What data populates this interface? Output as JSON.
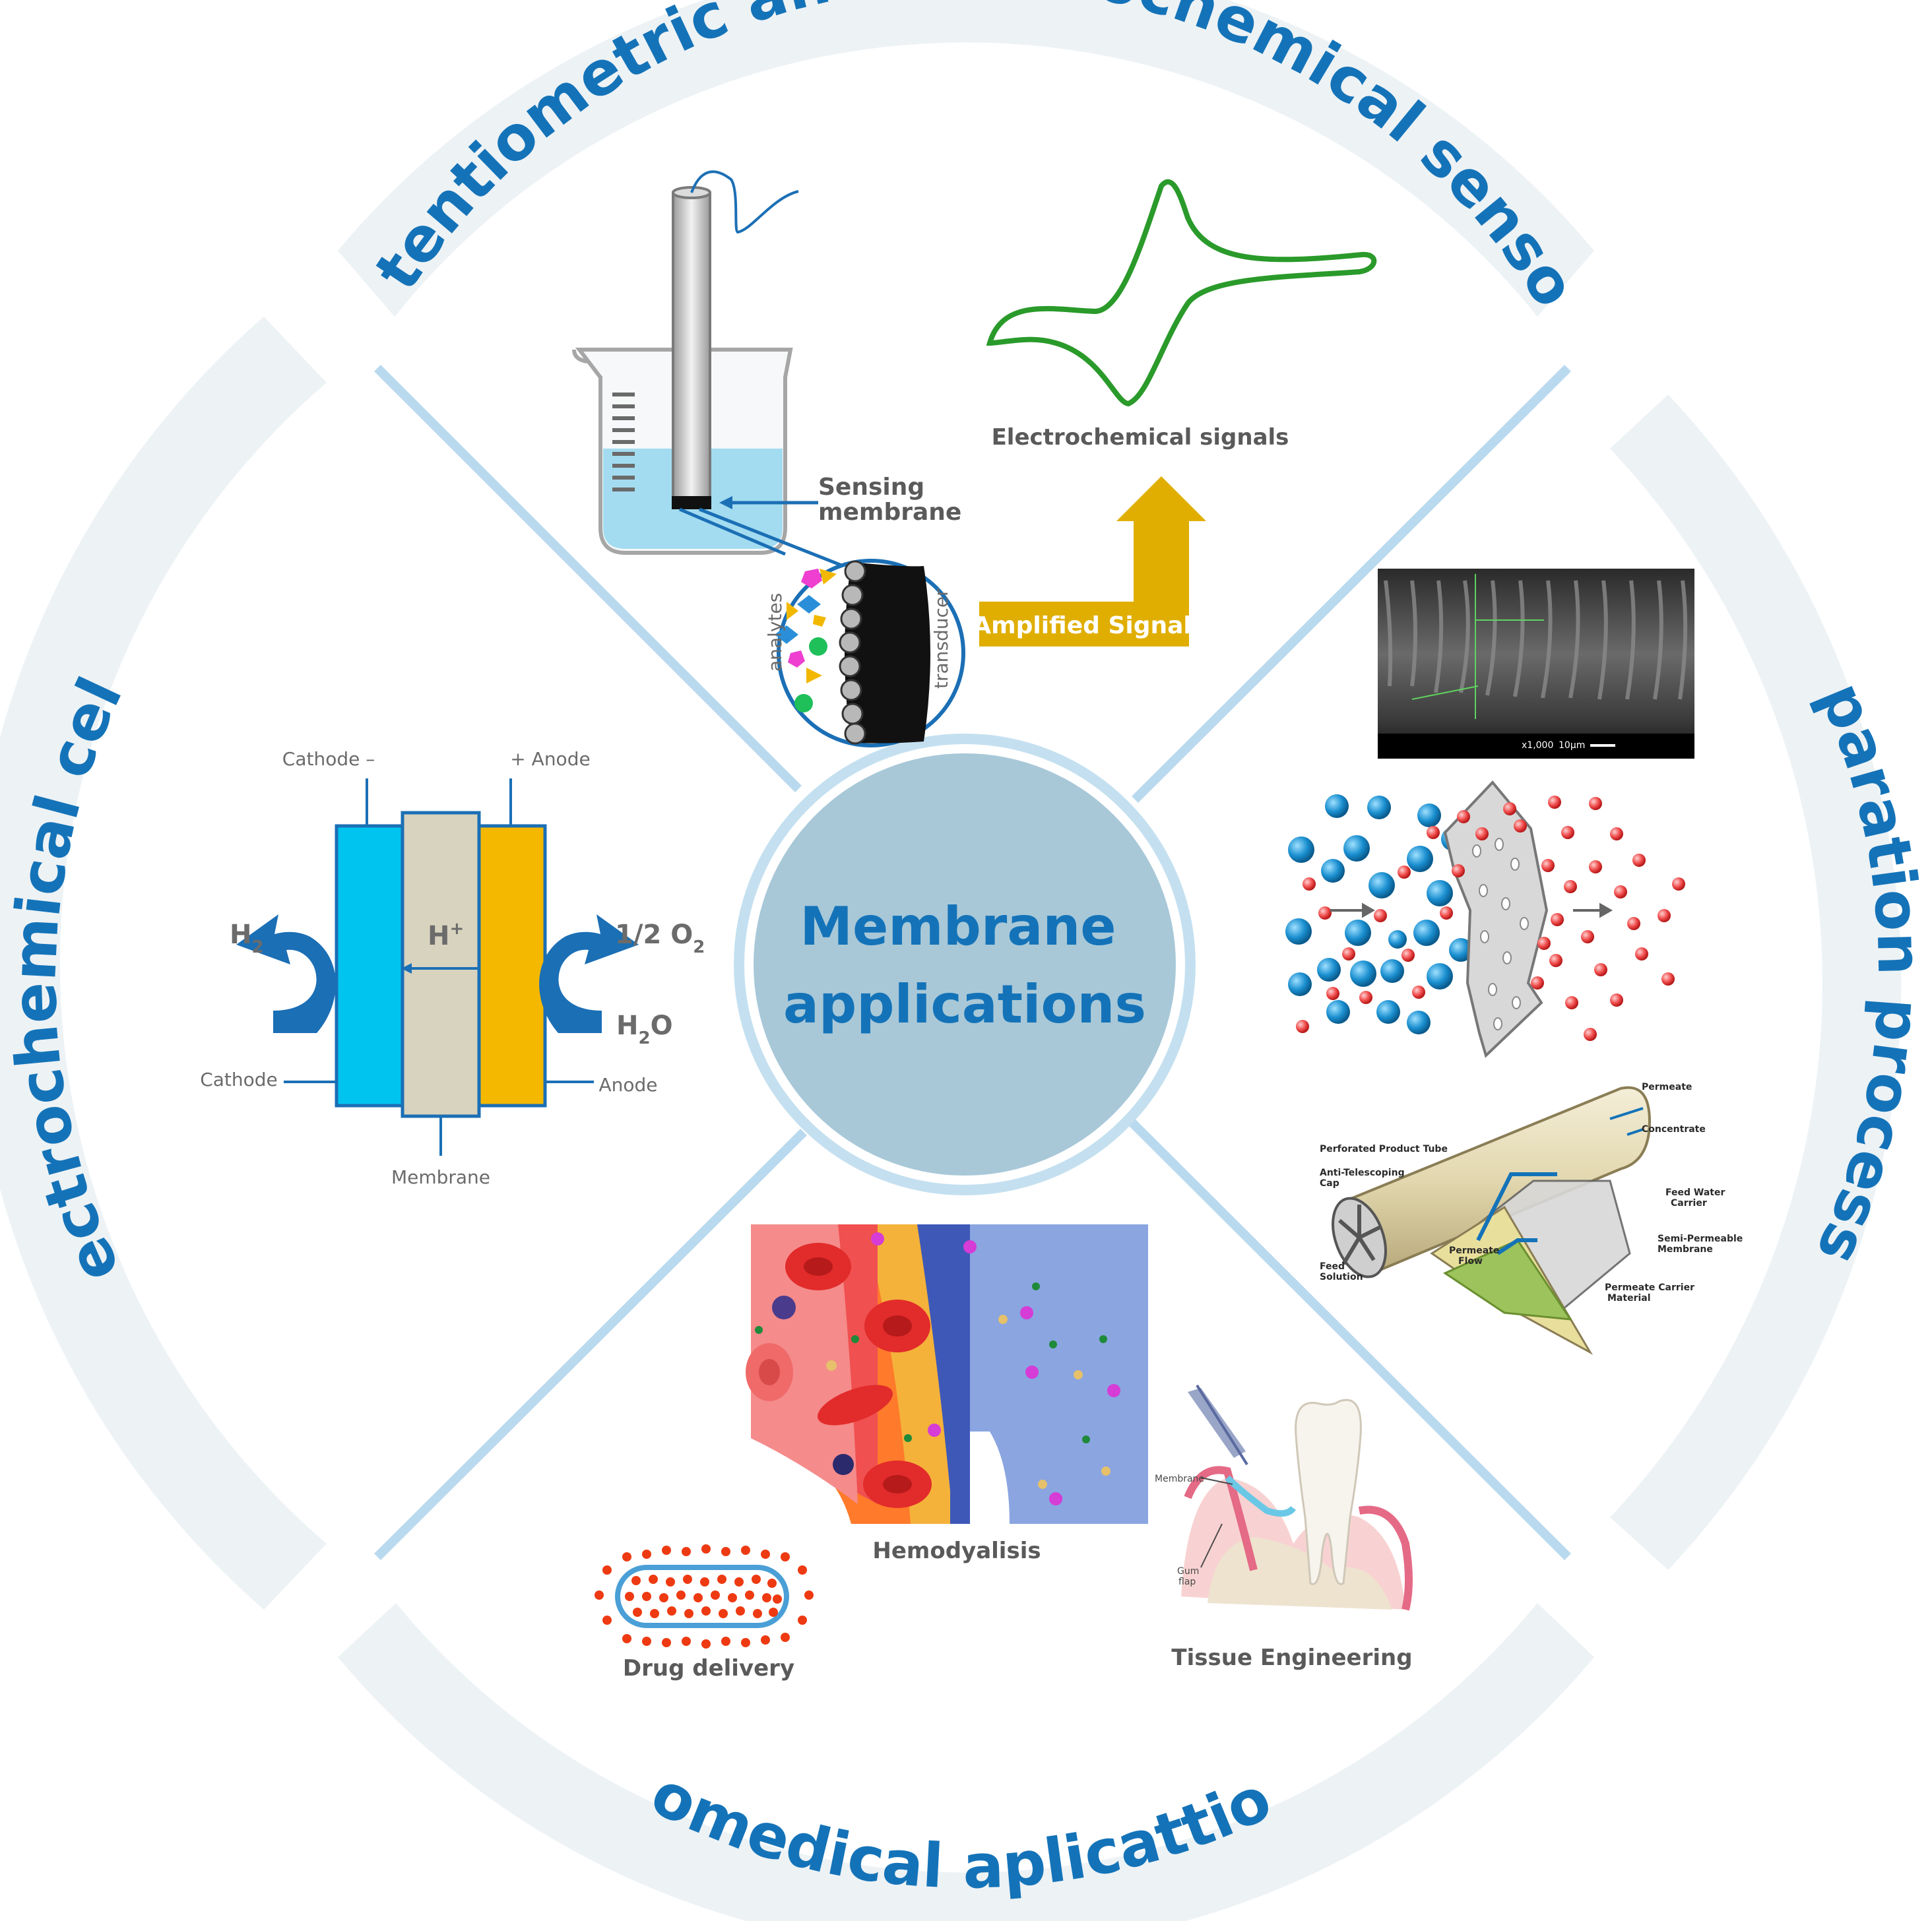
{
  "colors": {
    "accent_blue": "#1473b8",
    "ring_gray": "#edf2f5",
    "divider_blue": "#b9d9ee",
    "center_fill": "#a8c8d8",
    "center_text": "#1473b8",
    "electrode_blue": "#00c4f0",
    "membrane_beige": "#d8d3bf",
    "anode_yellow": "#f5b800",
    "signal_arrow": "#e0ae00",
    "cv_curve": "#2a9a2a"
  },
  "center": {
    "line1": "Membrane",
    "line2": "applications"
  },
  "sections": {
    "top": "Potentiometric and electrochemical sensors",
    "right": "Separation processes",
    "bottom": "Biomedical aplicattions",
    "left": "Electrochemical cells"
  },
  "sensor": {
    "sensing_membrane_line1": "Sensing",
    "sensing_membrane_line2": "membrane",
    "analytes": "analytes",
    "transducer": "transducer",
    "amplified_signal": "Amplified Signal",
    "electrochemical_signals": "Electrochemical signals"
  },
  "cell": {
    "cathode_top": "Cathode –",
    "anode_top": "+ Anode",
    "h2": "H",
    "h2_sub": "2",
    "h_plus": "H",
    "h_plus_sup": "+",
    "o2_prefix": "1/2 O",
    "o2_sub": "2",
    "h2o_h": "H",
    "h2o_sub": "2",
    "h2o_o": "O",
    "cathode_bottom": "Cathode",
    "anode_bottom": "Anode",
    "membrane": "Membrane"
  },
  "separation": {
    "sem_scale": "x1,000",
    "sem_bar": "10µm",
    "ro_permeate": "Permeate",
    "ro_concentrate": "Concentrate",
    "ro_perforated": "Perforated Product Tube",
    "ro_anti_line1": "Anti-Telescoping",
    "ro_anti_line2": "Cap",
    "ro_feed_water_line1": "Feed Water",
    "ro_feed_water_line2": "Carrier",
    "ro_semi_line1": "Semi-Permeable",
    "ro_semi_line2": "Membrane",
    "ro_permeate_flow_line1": "Permeate",
    "ro_permeate_flow_line2": "Flow",
    "ro_feed_solution_line1": "Feed",
    "ro_feed_solution_line2": "Solution",
    "ro_carrier_line1": "Permeate Carrier",
    "ro_carrier_line2": "Material"
  },
  "biomedical": {
    "hemodyalisis": "Hemodyalisis",
    "drug_delivery": "Drug delivery",
    "tissue_engineering": "Tissue Engineering",
    "tooth_membrane": "Membrane",
    "gum_line1": "Gum",
    "gum_line2": "flap"
  }
}
